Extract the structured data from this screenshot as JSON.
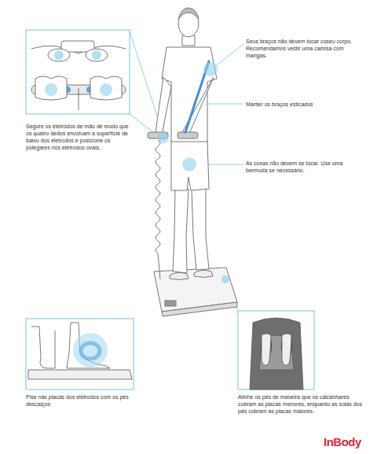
{
  "diagram": {
    "labels": [
      "Seus braços não devem tocar coseu corpo. Recomendamos vestir uma camisa com mangas.",
      "Manter os braços esticados",
      "Segure os eletrodos de mão de modo que os quatro dedos envolvam a superfície de baixo dos eletrodos e posicione os polegares nos eletrodos ovais.",
      "As coxas não devem se tocar. Use uma bermuda se necessário.",
      "Pise nas placas dos eletrodos com os pés descalços",
      "Alinhe os pés de maneira que os calcanhares cubram as placas menores, enquanto as solas dos pés cubram as placas maiores.",
      "InBody"
    ]
  }
}
